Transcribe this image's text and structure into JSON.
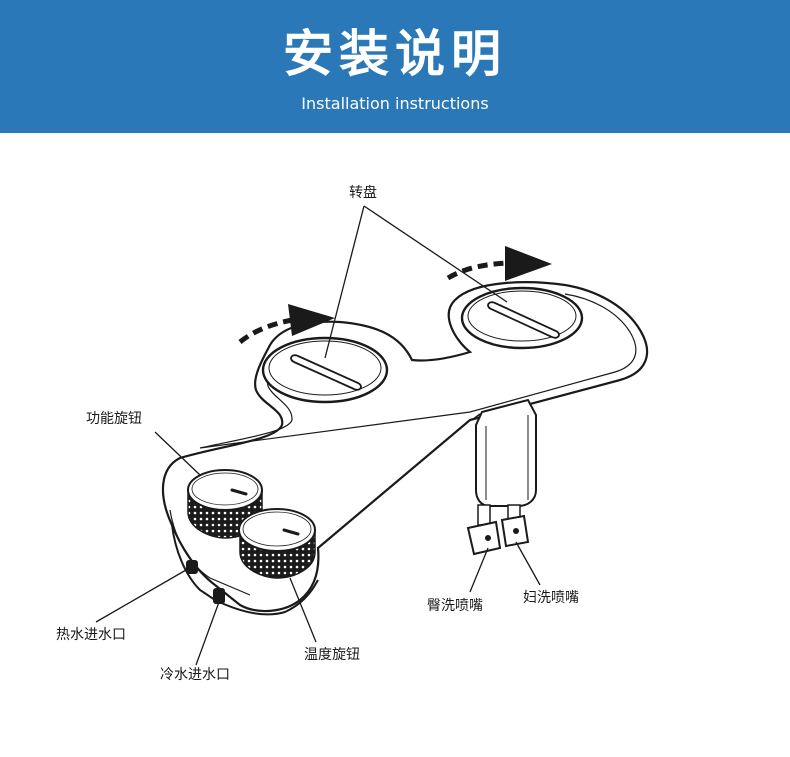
{
  "header": {
    "title": "安装说明",
    "subtitle": "Installation instructions"
  },
  "labels": {
    "dial": "转盘",
    "function_knob": "功能旋钮",
    "hot_inlet": "热水进水口",
    "cold_inlet": "冷水进水口",
    "temp_knob": "温度旋钮",
    "rear_nozzle": "臀洗喷嘴",
    "female_nozzle": "妇洗喷嘴"
  },
  "colors": {
    "banner": "#2b78b8",
    "line": "#1a1a1a"
  }
}
